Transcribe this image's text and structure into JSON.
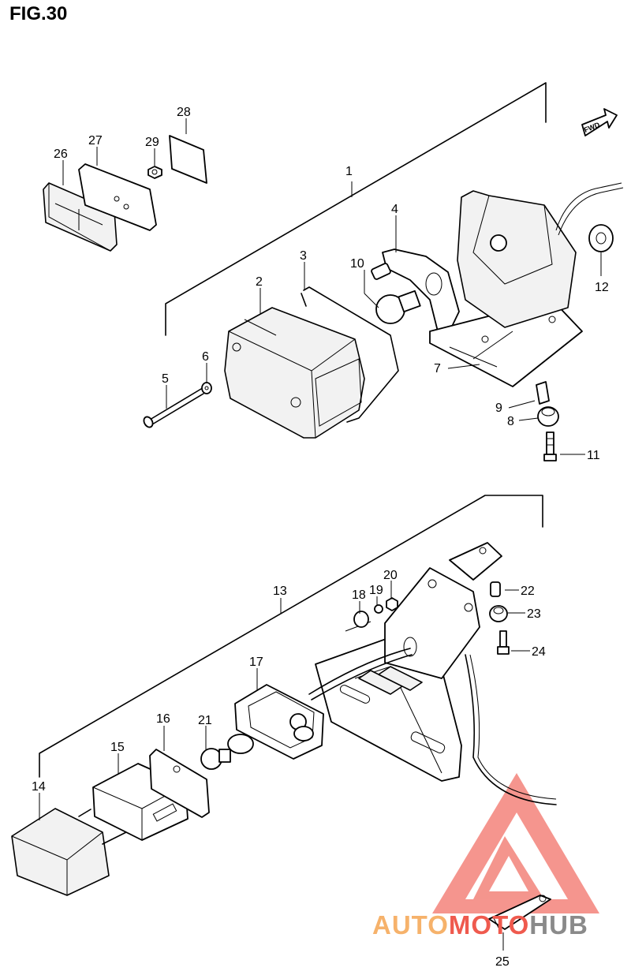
{
  "figure": {
    "title": "FIG.30"
  },
  "direction_marker": {
    "label": "FWD"
  },
  "callouts": [
    {
      "id": "c1",
      "label": "1"
    },
    {
      "id": "c2",
      "label": "2"
    },
    {
      "id": "c3",
      "label": "3"
    },
    {
      "id": "c4",
      "label": "4"
    },
    {
      "id": "c5",
      "label": "5"
    },
    {
      "id": "c6",
      "label": "6"
    },
    {
      "id": "c7",
      "label": "7"
    },
    {
      "id": "c8",
      "label": "8"
    },
    {
      "id": "c9",
      "label": "9"
    },
    {
      "id": "c10",
      "label": "10"
    },
    {
      "id": "c11",
      "label": "11"
    },
    {
      "id": "c12",
      "label": "12"
    },
    {
      "id": "c13",
      "label": "13"
    },
    {
      "id": "c14",
      "label": "14"
    },
    {
      "id": "c15",
      "label": "15"
    },
    {
      "id": "c16",
      "label": "16"
    },
    {
      "id": "c17",
      "label": "17"
    },
    {
      "id": "c18",
      "label": "18"
    },
    {
      "id": "c19",
      "label": "19"
    },
    {
      "id": "c20",
      "label": "20"
    },
    {
      "id": "c21",
      "label": "21"
    },
    {
      "id": "c22",
      "label": "22"
    },
    {
      "id": "c23",
      "label": "23"
    },
    {
      "id": "c24",
      "label": "24"
    },
    {
      "id": "c25",
      "label": "25"
    },
    {
      "id": "c26",
      "label": "26"
    },
    {
      "id": "c27",
      "label": "27"
    },
    {
      "id": "c28",
      "label": "28"
    },
    {
      "id": "c29",
      "label": "29"
    }
  ],
  "watermark": {
    "part1": "AUTO",
    "part2": "MOTO",
    "part3": "HUB",
    "color_orange": "#f6b26b",
    "color_red": "#ef5a4e",
    "color_gray": "#8a8a8a"
  }
}
